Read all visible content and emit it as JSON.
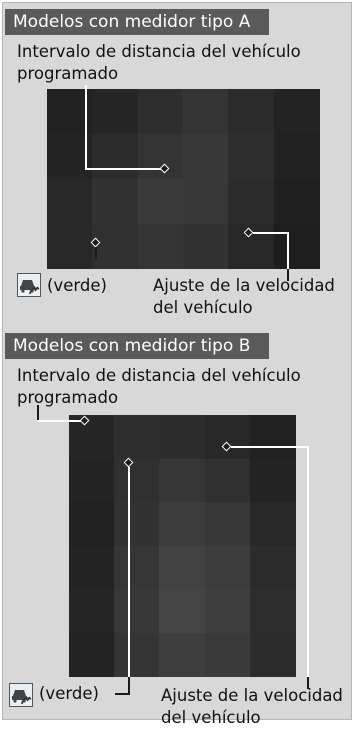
{
  "section_a": {
    "header": "Modelos con medidor tipo A",
    "distance_label_line1": "Intervalo de distancia del vehículo",
    "distance_label_line2": "programado",
    "green_label": "(verde)",
    "speed_label_line1": "Ajuste de la velocidad",
    "speed_label_line2": "del vehículo"
  },
  "section_b": {
    "header": "Modelos con medidor tipo B",
    "distance_label_line1": "Intervalo de distancia del vehículo",
    "distance_label_line2": "programado",
    "green_label": "(verde)",
    "speed_label_line1": "Ajuste de la velocidad",
    "speed_label_line2": "del vehículo"
  },
  "icons": [
    "acc-indicator-icon",
    "acc-indicator-icon"
  ],
  "colors": {
    "background": "#d8d8d8",
    "header_bg": "#5a5a5a",
    "header_text": "#ffffff",
    "icon_bg": "#e8f0f6"
  }
}
